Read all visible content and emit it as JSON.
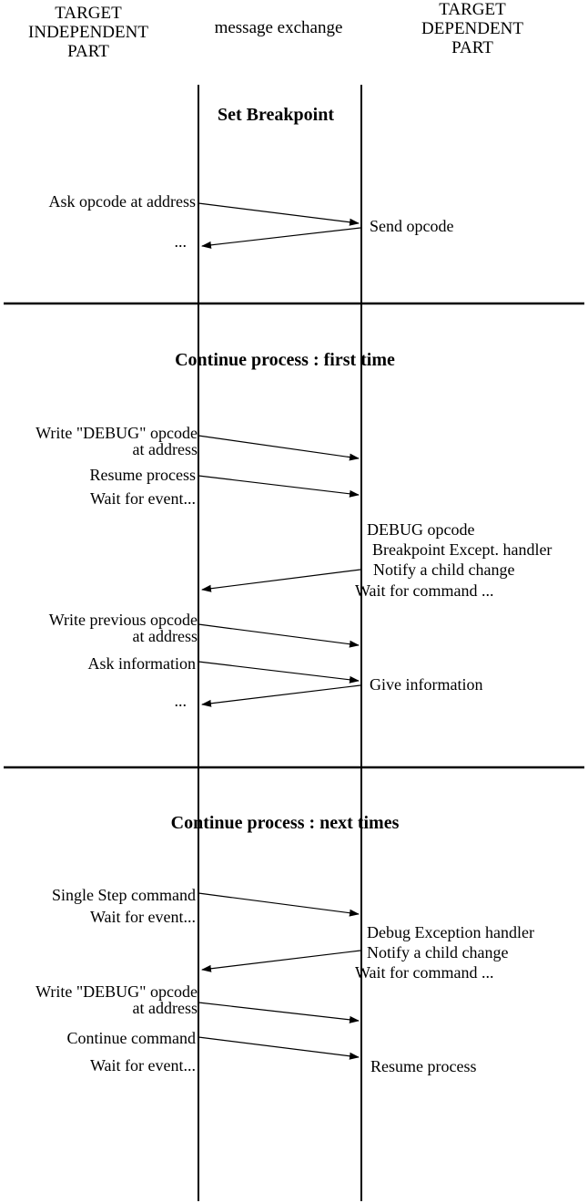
{
  "diagram": {
    "columns": {
      "left": {
        "lines": [
          "TARGET",
          "INDEPENDENT",
          "PART"
        ]
      },
      "center": {
        "label": "message exchange"
      },
      "right": {
        "lines": [
          "TARGET",
          "DEPENDENT",
          "PART"
        ]
      }
    },
    "sections": [
      {
        "title": "Set Breakpoint",
        "left_labels": [
          "Ask opcode at address",
          "..."
        ],
        "right_labels": [
          "Send opcode"
        ]
      },
      {
        "title": "Continue process : first time",
        "left_labels": [
          "Write \"DEBUG\" opcode",
          "at address",
          "Resume process",
          "Wait for event...",
          "Write previous opcode",
          "at address",
          "Ask information",
          "..."
        ],
        "right_labels": [
          "DEBUG opcode",
          "Breakpoint Except. handler",
          "Notify a child change",
          "Wait for command ...",
          "Give information"
        ]
      },
      {
        "title": "Continue process : next times",
        "left_labels": [
          "Single Step command",
          "Wait for event...",
          "Write \"DEBUG\" opcode",
          "at address",
          "Continue command",
          "Wait for event..."
        ],
        "right_labels": [
          "Debug Exception handler",
          "Notify a child change",
          "Wait for command ...",
          "Resume process"
        ]
      }
    ],
    "colors": {
      "ink": "#000000",
      "background": "#ffffff"
    }
  }
}
